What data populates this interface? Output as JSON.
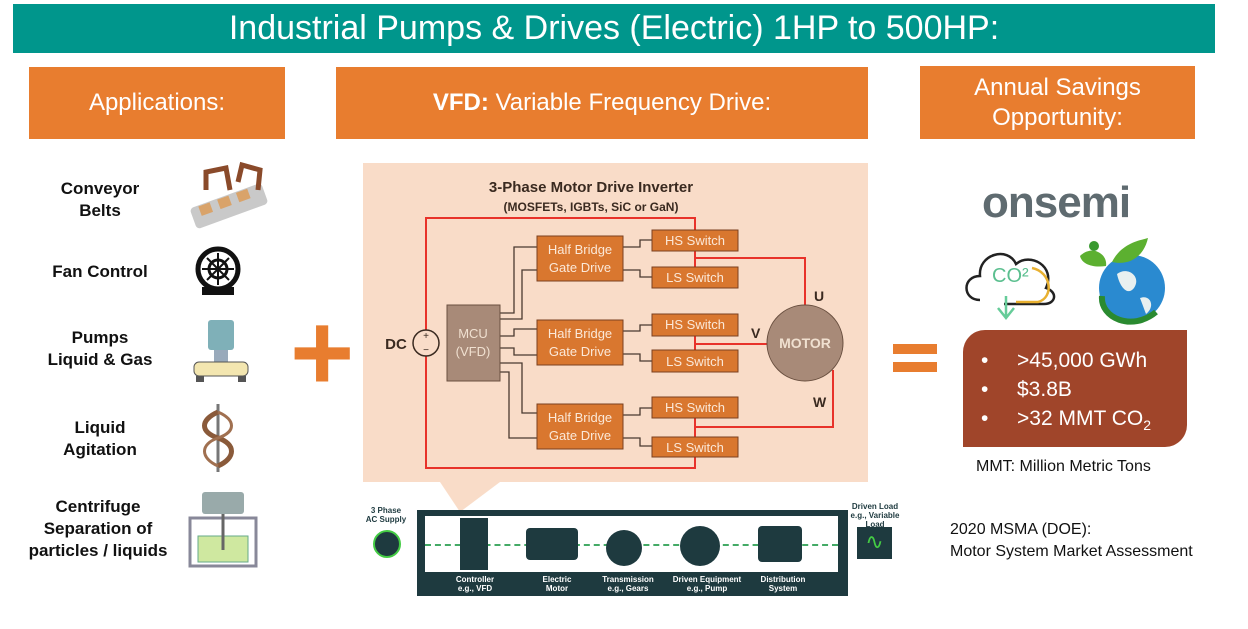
{
  "title": "Industrial Pumps & Drives (Electric) 1HP to 500HP:",
  "headers": {
    "applications": "Applications:",
    "vfd_bold": "VFD:",
    "vfd_rest": " Variable Frequency Drive:",
    "savings_line1": "Annual Savings",
    "savings_line2": "Opportunity:"
  },
  "applications": [
    {
      "line1": "Conveyor",
      "line2": "Belts",
      "icon": "conveyor-icon"
    },
    {
      "line1": "Fan Control",
      "line2": "",
      "icon": "fan-icon"
    },
    {
      "line1": "Pumps",
      "line2": "Liquid & Gas",
      "icon": "pump-icon"
    },
    {
      "line1": "Liquid",
      "line2": "Agitation",
      "icon": "agitator-icon"
    },
    {
      "line1": "Centrifuge",
      "line2": "Separation of",
      "line3": "particles / liquids",
      "icon": "centrifuge-icon"
    }
  ],
  "symbols": {
    "plus": "+",
    "equals": "="
  },
  "inverter": {
    "title": "3-Phase Motor Drive Inverter",
    "subtitle": "(MOSFETs, IGBTs, SiC or GaN)",
    "dc": "DC",
    "mcu1": "MCU",
    "mcu2": "(VFD)",
    "gate1": "Half Bridge",
    "gate2": "Gate Drive",
    "hs": "HS Switch",
    "ls": "LS Switch",
    "motor": "MOTOR",
    "u": "U",
    "v": "V",
    "w": "W"
  },
  "flow": {
    "supply1": "3 Phase",
    "supply2": "AC Supply",
    "load1": "Driven Load",
    "load2": "e.g., Variable",
    "load3": "Load",
    "stages": [
      {
        "l1": "Controller",
        "l2": "e.g., VFD"
      },
      {
        "l1": "Electric",
        "l2": "Motor"
      },
      {
        "l1": "Transmission",
        "l2": "e.g., Gears"
      },
      {
        "l1": "Driven Equipment",
        "l2": "e.g., Pump"
      },
      {
        "l1": "Distribution",
        "l2": "System"
      }
    ]
  },
  "brand": "onsemi",
  "co2_label": "CO²",
  "savings": {
    "items": [
      ">45,000 GWh",
      "$3.8B",
      ">32 MMT CO"
    ],
    "sub": "2",
    "bullet": "•"
  },
  "mmt_note": "MMT: Million Metric Tons",
  "source1": "2020 MSMA (DOE):",
  "source2": "Motor System Market Assessment",
  "colors": {
    "teal": "#00968c",
    "orange": "#e87d2f",
    "peach": "#f9dcc8",
    "box": "#d9772f",
    "brown": "#a0452a",
    "red": "#e8322a"
  }
}
